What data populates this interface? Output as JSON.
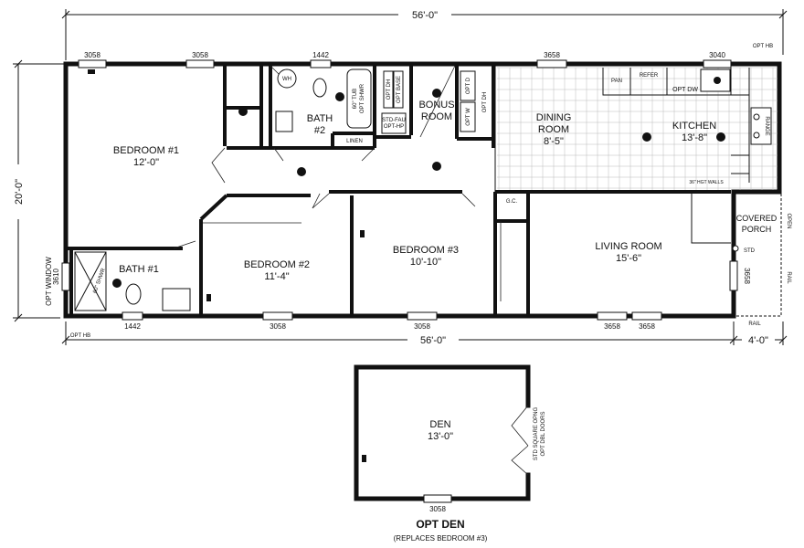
{
  "dimensions": {
    "overall_top": "56'-0\"",
    "overall_bottom": "56'-0\"",
    "overall_height": "20'-0\"",
    "porch_depth": "4'-0\""
  },
  "windows": {
    "bed1_left": "3058",
    "bed1_right": "3058",
    "bath2": "1442",
    "dining": "3658",
    "kitchen": "3040",
    "bath1": "1442",
    "bed2": "3058",
    "bed3": "3058",
    "living_left": "3658",
    "living_right": "3658",
    "living_side": "3658",
    "opt_window": "OPT WINDOW",
    "opt_window_size": "3610",
    "den": "3058"
  },
  "rooms": {
    "bedroom1": {
      "name": "BEDROOM #1",
      "size": "12'-0\""
    },
    "bath2": {
      "name": "BATH",
      "size": "#2"
    },
    "bonus": {
      "name": "BONUS",
      "size": "ROOM"
    },
    "dining": {
      "name": "DINING",
      "line2": "ROOM",
      "size": "8'-5\""
    },
    "kitchen": {
      "name": "KITCHEN",
      "size": "13'-8\""
    },
    "bath1": {
      "name": "BATH #1"
    },
    "bedroom2": {
      "name": "BEDROOM #2",
      "size": "11'-4\""
    },
    "bedroom3": {
      "name": "BEDROOM #3",
      "size": "10'-10\""
    },
    "living": {
      "name": "LIVING ROOM",
      "size": "15'-6\""
    },
    "porch": {
      "name": "COVERED",
      "line2": "PORCH"
    },
    "den": {
      "name": "DEN",
      "size": "13'-0\""
    }
  },
  "labels": {
    "opt_hb_top": "OPT HB",
    "opt_hb_bottom": "OPT HB",
    "wh": "WH",
    "tub": "60\" TUB",
    "opt_shwr": "OPT SHWR",
    "linen": "LINEN",
    "opt_dh": "OPT DH",
    "opt_base": "OPT BASE",
    "std_fau": "STD-FAU",
    "opt_hp": "OPT-HP",
    "opt_d": "OPT D",
    "opt_w": "OPT W",
    "opt_dh2": "OPT DH",
    "pan": "PAN",
    "refer": "REFER",
    "opt_dw": "OPT DW",
    "range": "RANGE",
    "hgt_walls": "36\" HGT WALLS",
    "gc": "G.C.",
    "std": "STD",
    "open": "OPEN",
    "rail_side": "RAIL",
    "rail_bottom": "RAIL",
    "shwr": "60\" SHWR",
    "den_doors_1": "STD SQUARE OPNG",
    "den_doors_2": "OPT DBL DOORS"
  },
  "option": {
    "title": "OPT DEN",
    "subtitle": "(REPLACES BEDROOM #3)"
  }
}
